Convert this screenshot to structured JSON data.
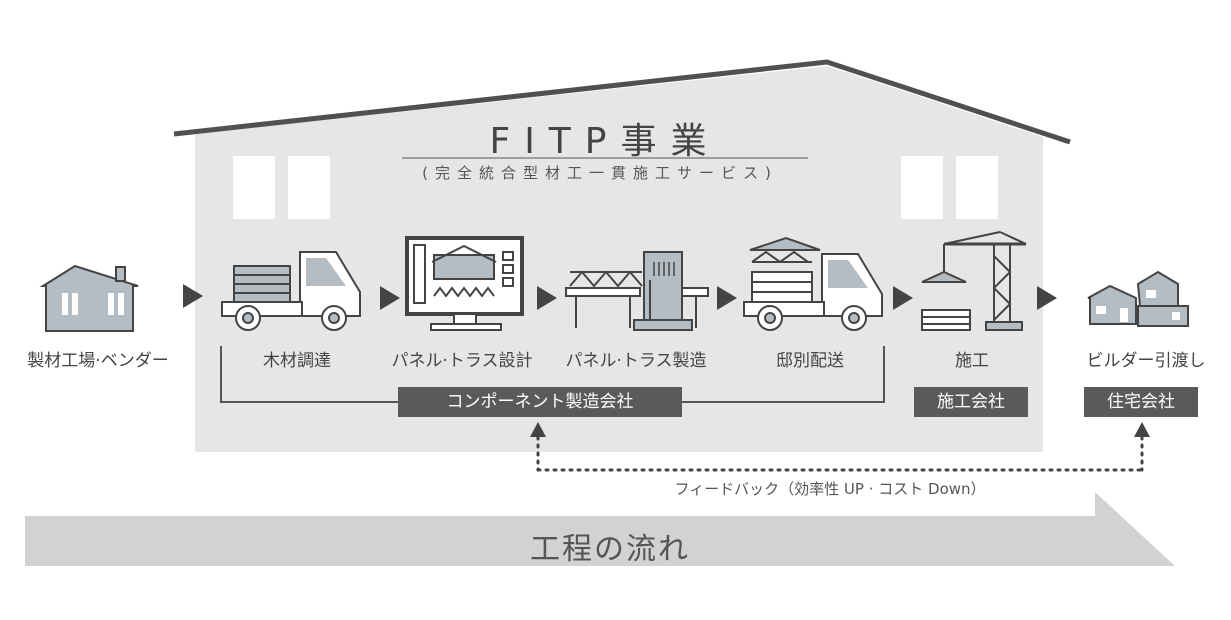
{
  "header": {
    "title": "FITP事業",
    "subtitle": "(完全統合型材工一貫施工サービス)"
  },
  "steps": [
    {
      "label": "製材工場·ベンダー",
      "icon": "house-icon"
    },
    {
      "label": "木材調達",
      "icon": "lumber-truck-icon"
    },
    {
      "label": "パネル·トラス設計",
      "icon": "design-monitor-icon"
    },
    {
      "label": "パネル·トラス製造",
      "icon": "factory-machine-icon"
    },
    {
      "label": "邸別配送",
      "icon": "delivery-truck-icon"
    },
    {
      "label": "施工",
      "icon": "crane-icon"
    },
    {
      "label": "ビルダー引渡し",
      "icon": "houses-icon"
    }
  ],
  "groups": {
    "component_maker": "コンポーネント製造会社",
    "construction": "施工会社",
    "housing": "住宅会社"
  },
  "feedback": "フィードバック（効率性 UP · コスト Down）",
  "flow_label": "工程の流れ",
  "colors": {
    "building_bg": "#e6e6e6",
    "roof": "#505050",
    "tag_bg": "#5a5a5a",
    "icon_fill": "#b4bcc4",
    "icon_stroke": "#444444",
    "flow_arrow": "#d2d2d2"
  }
}
